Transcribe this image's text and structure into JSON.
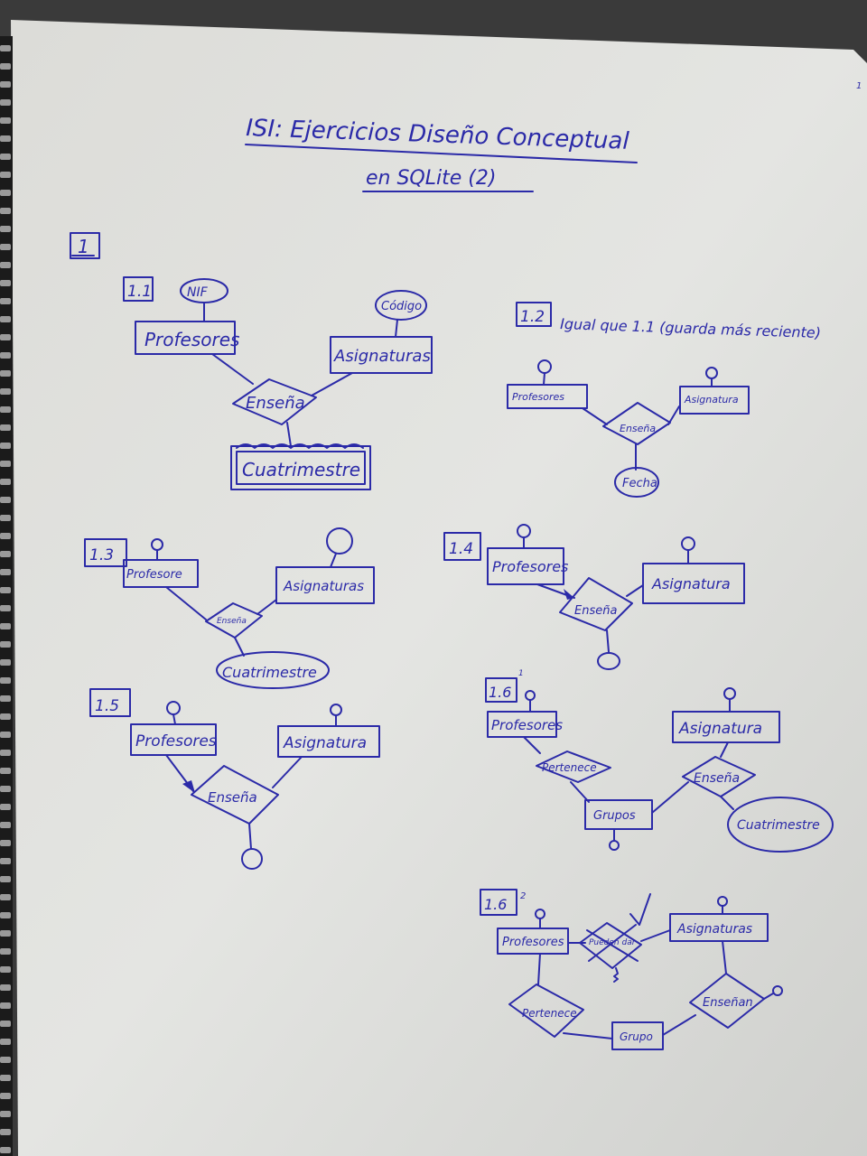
{
  "title": {
    "line1": "ISI: Ejercicios Diseño Conceptual",
    "line2": "en SQLite (2)"
  },
  "page_number": "1",
  "exercise_number": "1",
  "d11": {
    "label": "1.1",
    "attr_nif": "NIF",
    "attr_codigo": "Código",
    "profesores": "Profesores",
    "asignaturas": "Asignaturas",
    "ensena": "Enseña",
    "cuatrimestre": "Cuatrimestre"
  },
  "d12": {
    "label": "1.2",
    "note": "Igual que 1.1 (guarda más reciente)",
    "profesores": "Profesores",
    "asignatura": "Asignatura",
    "ensena": "Enseña",
    "fecha": "Fecha"
  },
  "d13": {
    "label": "1.3",
    "profesore": "Profesore",
    "asignaturas": "Asignaturas",
    "ensena": "Enseña",
    "cuatrimestre": "Cuatrimestre"
  },
  "d14": {
    "label": "1.4",
    "profesores": "Profesores",
    "asignatura": "Asignatura",
    "ensena": "Enseña"
  },
  "d15": {
    "label": "1.5",
    "profesores": "Profesores",
    "asignatura": "Asignatura",
    "ensena": "Enseña"
  },
  "d16a": {
    "label": "1.6",
    "superscript": "1",
    "profesores": "Profesores",
    "asignatura": "Asignatura",
    "pertenece": "Pertenece",
    "grupos": "Grupos",
    "ensena": "Enseña",
    "cuatrimestre": "Cuatrimestre"
  },
  "d16b": {
    "label": "1.6",
    "superscript": "2",
    "profesores": "Profesores",
    "asignaturas": "Asignaturas",
    "pueden": "Pueden dar",
    "pertenece": "Pertenece",
    "grupo": "Grupo",
    "ensenan": "Enseñan"
  }
}
